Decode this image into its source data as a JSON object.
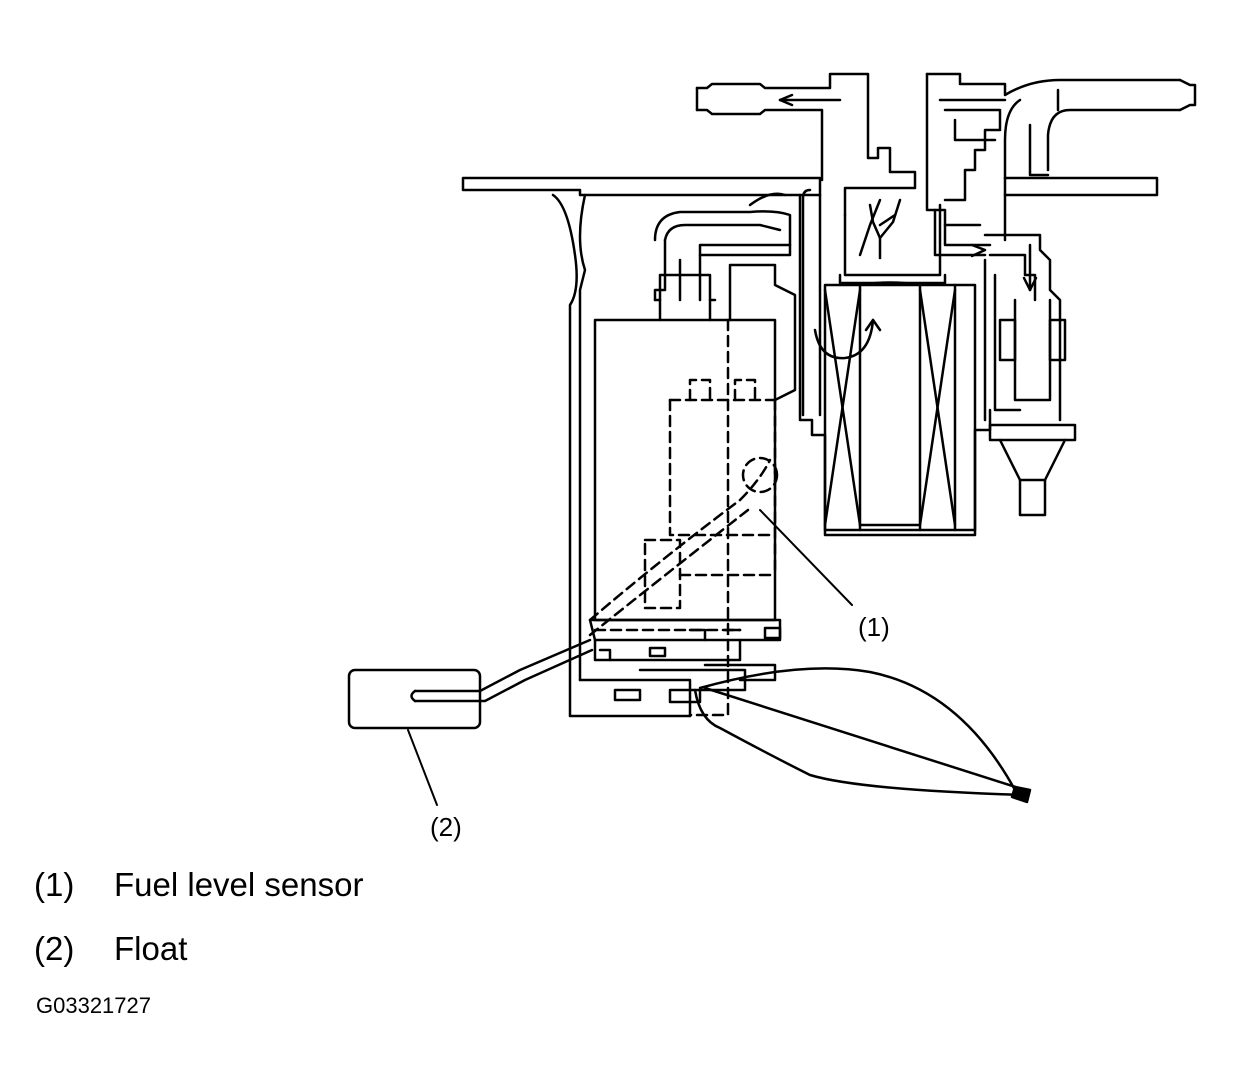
{
  "callouts": [
    {
      "number": "(1)",
      "label": "Fuel level sensor"
    },
    {
      "number": "(2)",
      "label": "Float"
    }
  ],
  "figure_id": "G03321727"
}
